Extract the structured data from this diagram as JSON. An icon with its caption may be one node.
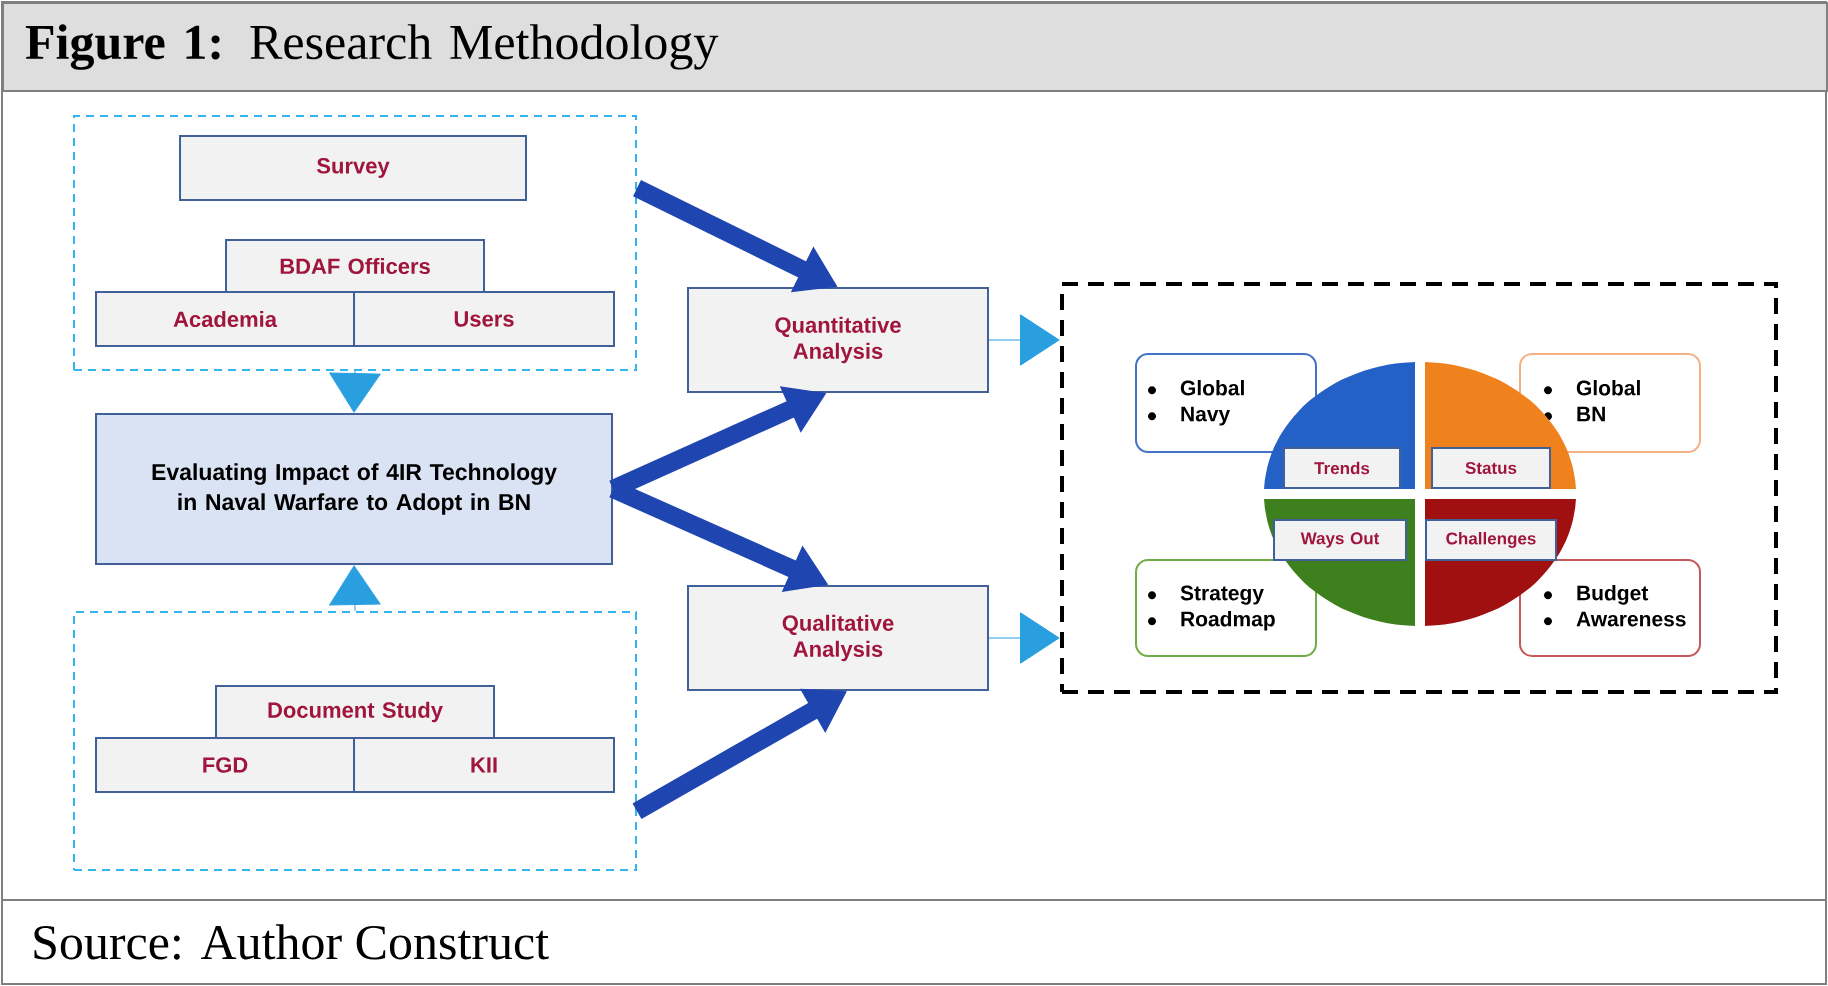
{
  "diagram": {
    "title": "**Figure 1:** Research Methodology",
    "caption": "Source: Author Construct",
    "nodes": [
      {
        "text": [],
        "shape": "box"
      },
      {
        "text": [
          "Survey"
        ],
        "in": 0
      },
      {
        "text": [
          "BDAF Officers"
        ],
        "in": 0
      },
      {
        "text": [
          "Academia"
        ],
        "in": 0
      },
      {
        "text": [
          "Users"
        ],
        "in": 0
      },
      {
        "text": [
          "Evaluating Impact of 4IR Technology in Naval Warfare to Adopt in BN"
        ]
      },
      {
        "text": [],
        "shape": "box"
      },
      {
        "text": [
          "Document Study"
        ],
        "in": 6
      },
      {
        "text": [
          "FGD"
        ],
        "in": 6
      },
      {
        "text": [
          "KII"
        ],
        "in": 6
      },
      {
        "text": [
          "Quantitative Analysis"
        ]
      },
      {
        "text": [
          "Qualitative Analysis"
        ]
      },
      {
        "text": [],
        "shape": "box"
      },
      {
        "text": [
          "Global",
          "Navy"
        ],
        "in": 12
      },
      {
        "text": [
          "Global",
          "BN"
        ],
        "in": 12
      },
      {
        "text": [
          "Strategy",
          "Roadmap"
        ],
        "in": 12
      },
      {
        "text": [
          "Budget",
          "Awareness"
        ],
        "in": 12
      },
      {
        "text": [
          "Trends"
        ],
        "in": 12
      },
      {
        "text": [
          "Status"
        ],
        "in": 12
      },
      {
        "text": [
          "Ways Out"
        ],
        "in": 12
      },
      {
        "text": [
          "Challenges"
        ],
        "in": 12
      }
    ],
    "edges": [
      {
        "from": 0,
        "to": 5,
        "arrow": "to",
        "color": "#2a9fe0"
      },
      {
        "from": 6,
        "to": 5,
        "arrow": "to",
        "color": "#2a9fe0"
      },
      {
        "from": 0,
        "to": 10,
        "arrow": "to",
        "style": "thick"
      },
      {
        "from": 5,
        "to": 10,
        "arrow": "to",
        "style": "thick"
      },
      {
        "from": 5,
        "to": 11,
        "arrow": "to",
        "style": "thick"
      },
      {
        "from": 6,
        "to": 11,
        "arrow": "to",
        "style": "thick"
      },
      {
        "from": 10,
        "to": 12,
        "arrow": "to",
        "color": "#2a9fe0"
      },
      {
        "from": 11,
        "to": 12,
        "arrow": "to",
        "color": "#2a9fe0"
      }
    ]
  }
}
